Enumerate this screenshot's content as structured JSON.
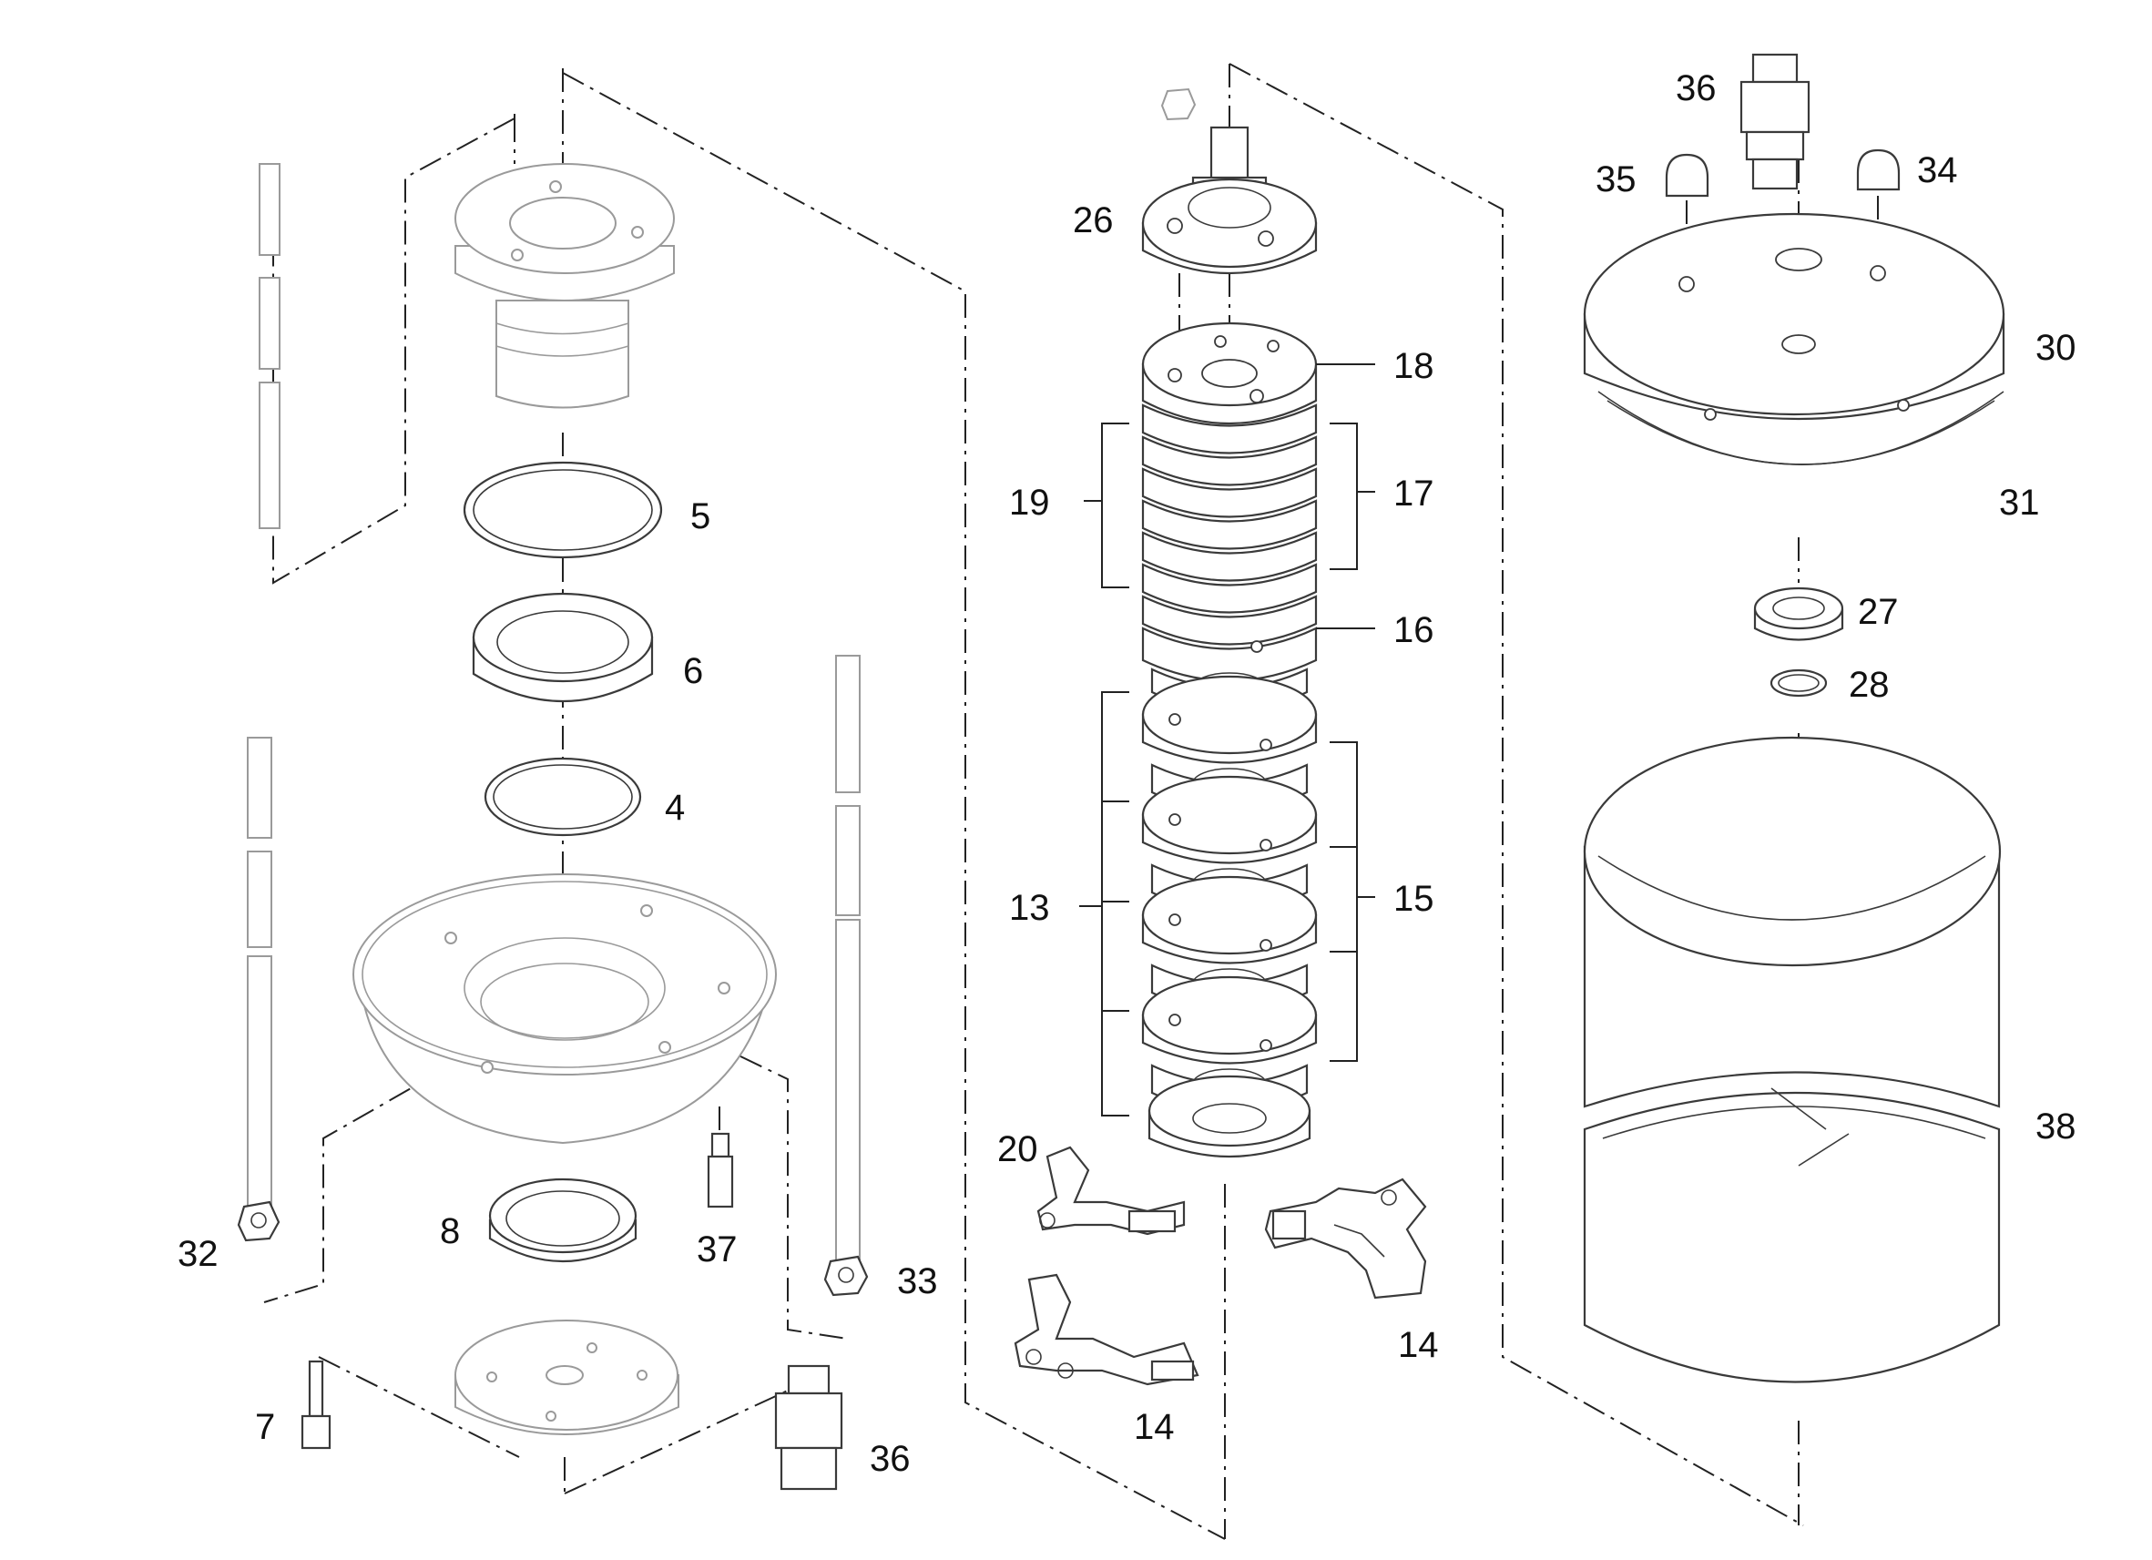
{
  "callouts": {
    "c4": "4",
    "c5": "5",
    "c6": "6",
    "c7": "7",
    "c8": "8",
    "c13": "13",
    "c14a": "14",
    "c14b": "14",
    "c15": "15",
    "c16": "16",
    "c17": "17",
    "c18": "18",
    "c19": "19",
    "c20": "20",
    "c26": "26",
    "c27": "27",
    "c28": "28",
    "c30": "30",
    "c31": "31",
    "c32": "32",
    "c33": "33",
    "c34": "34",
    "c35": "35",
    "c36a": "36",
    "c36b": "36",
    "c37": "37",
    "c38": "38"
  }
}
